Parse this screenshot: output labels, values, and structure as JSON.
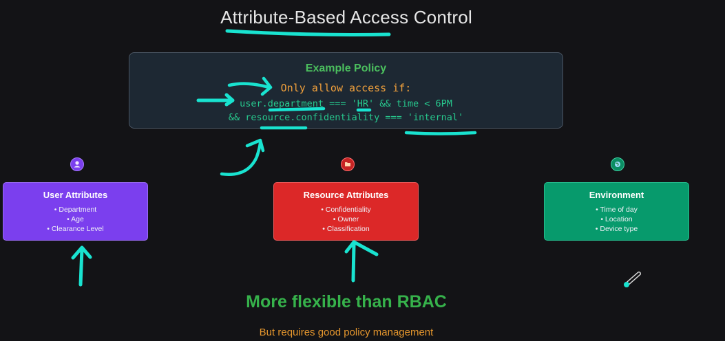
{
  "title": "Attribute-Based Access Control",
  "policy": {
    "heading": "Example Policy",
    "intro": "Only allow access if:",
    "line1": "user.department === 'HR' && time < 6PM",
    "line2": "&& resource.confidentiality === 'internal'"
  },
  "cards": [
    {
      "title": "User Attributes",
      "icon": "user-icon",
      "color": "#7b3fee",
      "items": [
        "• Department",
        "• Age",
        "• Clearance Level"
      ]
    },
    {
      "title": "Resource Attributes",
      "icon": "folder-icon",
      "color": "#dc2828",
      "items": [
        "• Confidentiality",
        "• Owner",
        "• Classification"
      ]
    },
    {
      "title": "Environment",
      "icon": "globe-icon",
      "color": "#079a6c",
      "items": [
        "• Time of day",
        "• Location",
        "• Device type"
      ]
    }
  ],
  "tagline": "More flexible than RBAC",
  "subtagline": "But requires good policy management",
  "colors": {
    "background": "#131316",
    "annotation": "#19e3d0",
    "policy_heading": "#4bbf5e",
    "policy_intro": "#f0a03c",
    "policy_code": "#27c98e"
  }
}
